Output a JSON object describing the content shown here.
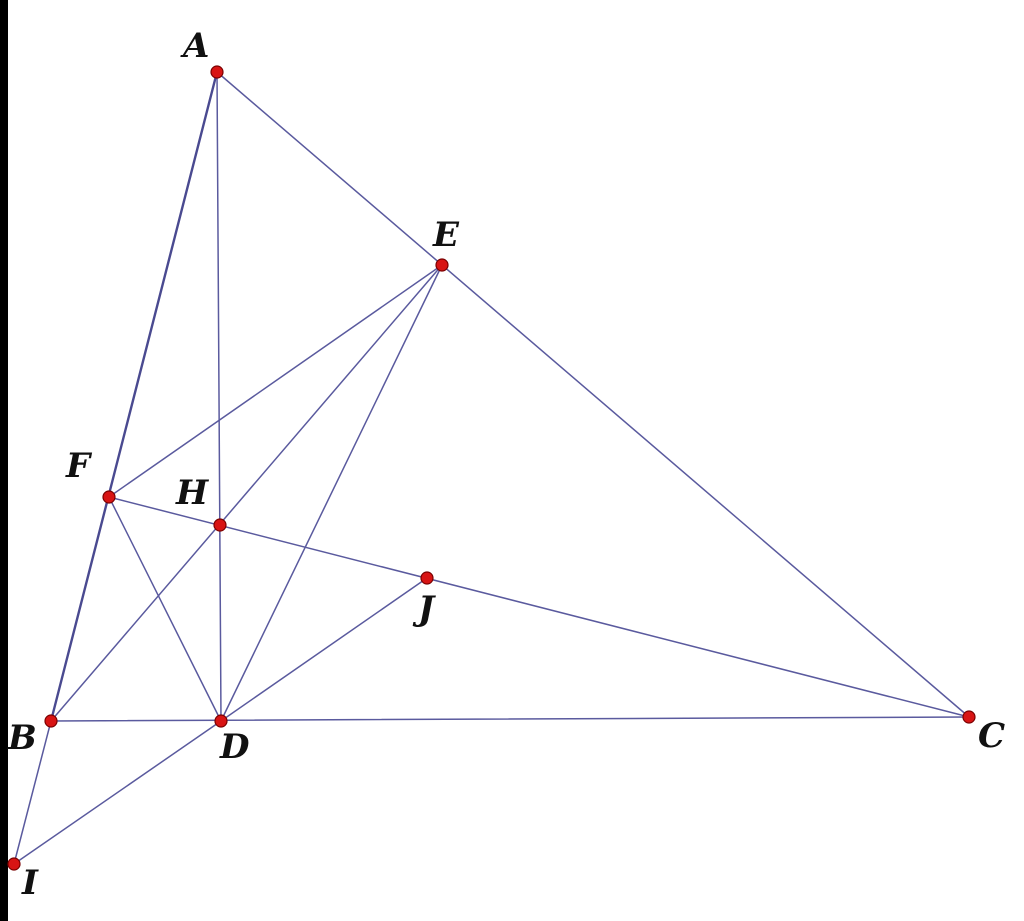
{
  "figure": {
    "line_color": "#5a5a9e",
    "point_color": "#d81414",
    "label_color": "#111111",
    "points": {
      "A": "A",
      "B": "B",
      "C": "C",
      "D": "D",
      "E": "E",
      "F": "F",
      "H": "H",
      "I": "I",
      "J": "J"
    },
    "segments": [
      "A-B",
      "A-C",
      "A-D",
      "B-C",
      "B-E",
      "C-F",
      "D-E",
      "D-F",
      "E-F",
      "D-J",
      "D-I",
      "B-I"
    ]
  }
}
